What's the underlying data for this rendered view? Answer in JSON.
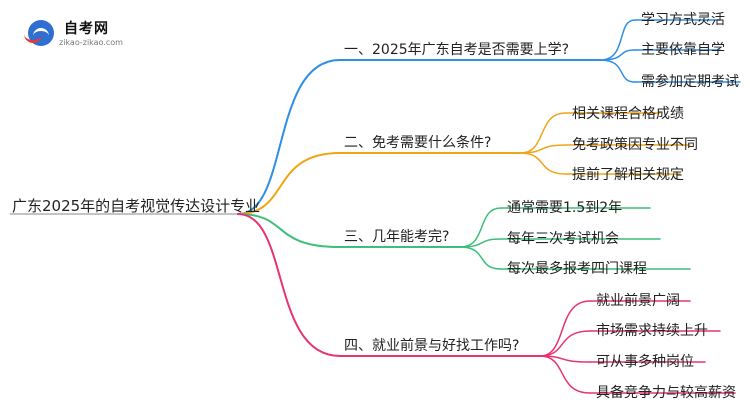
{
  "logo": {
    "name": "自考网",
    "url": "zikao-zikao.com"
  },
  "root": "广东2025年的自考视觉传达设计专业",
  "branches": [
    {
      "label": "一、2025年广东自考是否需要上学?",
      "color": "#2f8ee5",
      "children": [
        "学习方式灵活",
        "主要依靠自学",
        "需参加定期考试"
      ]
    },
    {
      "label": "二、免考需要什么条件?",
      "color": "#f0a516",
      "children": [
        "相关课程合格成绩",
        "免考政策因专业不同",
        "提前了解相关规定"
      ]
    },
    {
      "label": "三、几年能考完?",
      "color": "#3cbf7a",
      "children": [
        "通常需要1.5到2年",
        "每年三次考试机会",
        "每次最多报考四门课程"
      ]
    },
    {
      "label": "四、就业前景与好找工作吗?",
      "color": "#e8336e",
      "children": [
        "就业前景广阔",
        "市场需求持续上升",
        "可从事多种岗位",
        "具备竞争力与较高薪资"
      ]
    }
  ]
}
